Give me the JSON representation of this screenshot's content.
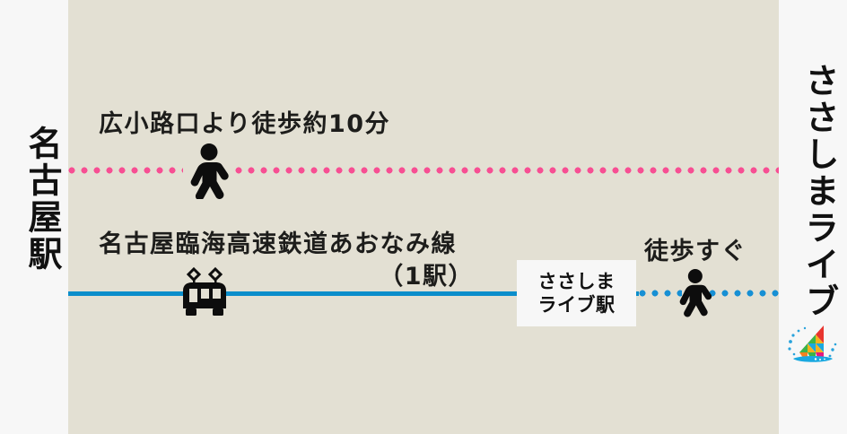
{
  "colors": {
    "panel_bg": "#e3e0d3",
    "page_bg": "#f7f7f7",
    "pink_route": "#f74f93",
    "blue_route": "#0b8ecb",
    "blue_dot_route": "#1790d4",
    "text": "#1d1d1b"
  },
  "left_terminal": {
    "label": "名古屋駅"
  },
  "right_terminal": {
    "label": "ささしまライブ",
    "logo_name": "sasashima-live-sailboat-logo"
  },
  "routes": {
    "walking_route": {
      "caption": "広小路口より徒歩約10分",
      "icon": "pedestrian-icon",
      "line_style": "dotted",
      "color": "#f74f93"
    },
    "train_route": {
      "caption": "名古屋臨海高速鉄道あおなみ線",
      "stations_note": "（1駅）",
      "icon": "train-icon",
      "line_style": "solid",
      "color": "#0b8ecb"
    },
    "final_walk": {
      "caption": "徒歩すぐ",
      "icon": "pedestrian-icon",
      "line_style": "dotted",
      "color": "#1790d4"
    }
  },
  "station_box": {
    "line1": "ささしま",
    "line2": "ライブ駅"
  }
}
